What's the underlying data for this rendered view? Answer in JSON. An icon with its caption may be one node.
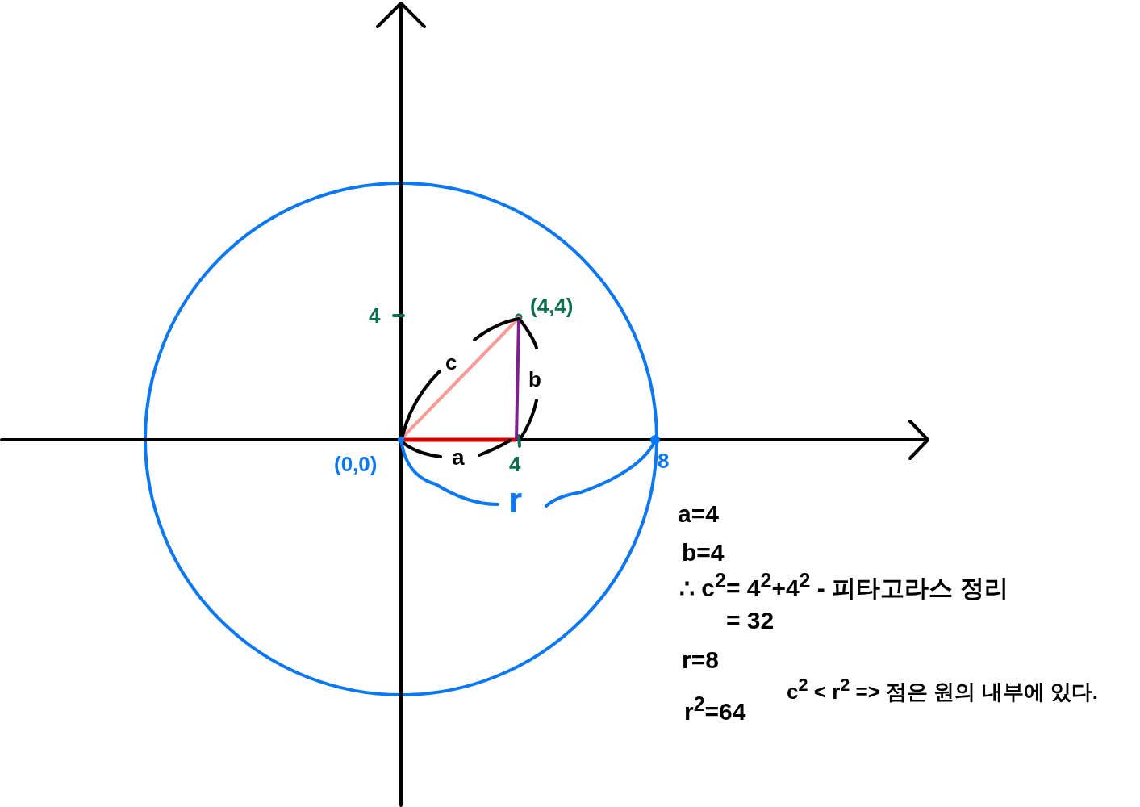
{
  "diagram": {
    "labels": [
      "4",
      "(4,4)",
      "c",
      "b",
      "(0,0)",
      "a",
      "4",
      "8",
      "r",
      "a=4",
      "b=4",
      "∴ c$^{2}$= 4$^{2}$+4$^{2}$ - 피타고라스 정리",
      "= 32",
      "r=8",
      "c$^{2}$ < r$^{2}$ => 점은 원의 내부에 있다.",
      "r$^{2}$=64"
    ]
  }
}
